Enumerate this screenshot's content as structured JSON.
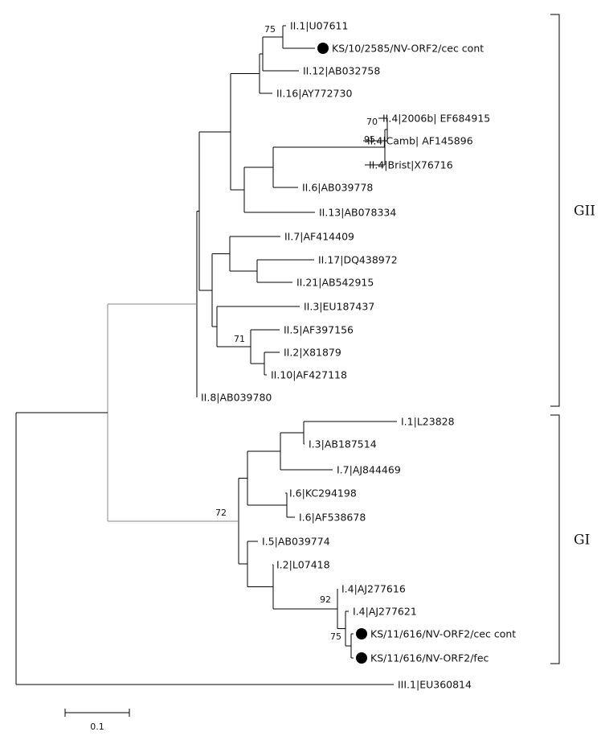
{
  "tree": {
    "leaves": [
      {
        "id": "l0",
        "label": "II.1|U07611",
        "marker": false
      },
      {
        "id": "l1",
        "label": "KS/10/2585/NV-ORF2/cec cont",
        "marker": true
      },
      {
        "id": "l2",
        "label": "II.12|AB032758",
        "marker": false
      },
      {
        "id": "l3",
        "label": "II.16|AY772730",
        "marker": false
      },
      {
        "id": "l4",
        "label": "II.4|2006b| EF684915",
        "marker": false
      },
      {
        "id": "l5",
        "label": "II.4|Camb| AF145896",
        "marker": false
      },
      {
        "id": "l6",
        "label": "II.4|Brist|X76716",
        "marker": false
      },
      {
        "id": "l7",
        "label": "II.6|AB039778",
        "marker": false
      },
      {
        "id": "l8",
        "label": "II.13|AB078334",
        "marker": false
      },
      {
        "id": "l9",
        "label": "II.7|AF414409",
        "marker": false
      },
      {
        "id": "l10",
        "label": "II.17|DQ438972",
        "marker": false
      },
      {
        "id": "l11",
        "label": "II.21|AB542915",
        "marker": false
      },
      {
        "id": "l12",
        "label": "II.3|EU187437",
        "marker": false
      },
      {
        "id": "l13",
        "label": "II.5|AF397156",
        "marker": false
      },
      {
        "id": "l14",
        "label": "II.2|X81879",
        "marker": false
      },
      {
        "id": "l15",
        "label": "II.10|AF427118",
        "marker": false
      },
      {
        "id": "l16",
        "label": "II.8|AB039780",
        "marker": false
      },
      {
        "id": "l17",
        "label": "I.1|L23828",
        "marker": false
      },
      {
        "id": "l18",
        "label": "I.3|AB187514",
        "marker": false
      },
      {
        "id": "l19",
        "label": "I.7|AJ844469",
        "marker": false
      },
      {
        "id": "l20",
        "label": "I.6|KC294198",
        "marker": false
      },
      {
        "id": "l21",
        "label": "I.6|AF538678",
        "marker": false
      },
      {
        "id": "l22",
        "label": "I.5|AB039774",
        "marker": false
      },
      {
        "id": "l23",
        "label": "I.2|L07418",
        "marker": false
      },
      {
        "id": "l24",
        "label": "I.4|AJ277616",
        "marker": false
      },
      {
        "id": "l25",
        "label": "I.4|AJ277621",
        "marker": false
      },
      {
        "id": "l26",
        "label": "KS/11/616/NV-ORF2/cec cont",
        "marker": true
      },
      {
        "id": "l27",
        "label": "KS/11/616/NV-ORF2/fec",
        "marker": true
      },
      {
        "id": "l28",
        "label": "III.1|EU360814",
        "marker": false
      }
    ],
    "bootstrap": [
      {
        "id": "b75a",
        "value": "75"
      },
      {
        "id": "b70",
        "value": "70"
      },
      {
        "id": "b95",
        "value": "95"
      },
      {
        "id": "b71",
        "value": "71"
      },
      {
        "id": "b72",
        "value": "72"
      },
      {
        "id": "b92",
        "value": "92"
      },
      {
        "id": "b75b",
        "value": "75"
      }
    ],
    "groups": [
      {
        "id": "GII",
        "label": "GII"
      },
      {
        "id": "GI",
        "label": "GI"
      }
    ],
    "scale_bar": {
      "label": "0.1"
    }
  }
}
